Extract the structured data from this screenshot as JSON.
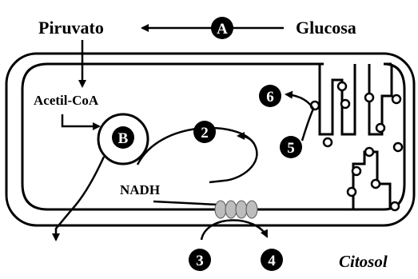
{
  "labels": {
    "piruvato": "Piruvato",
    "glucosa": "Glucosa",
    "acetil_coa": "Acetil-CoA",
    "nadh": "NADH",
    "citosol": "Citosol"
  },
  "markers": {
    "a": "A",
    "b": "B",
    "m2": "2",
    "m3": "3",
    "m4": "4",
    "m5": "5",
    "m6": "6"
  },
  "colors": {
    "ink": "#000000",
    "paper": "#ffffff",
    "atp_synthase": "#bdbdbd"
  }
}
